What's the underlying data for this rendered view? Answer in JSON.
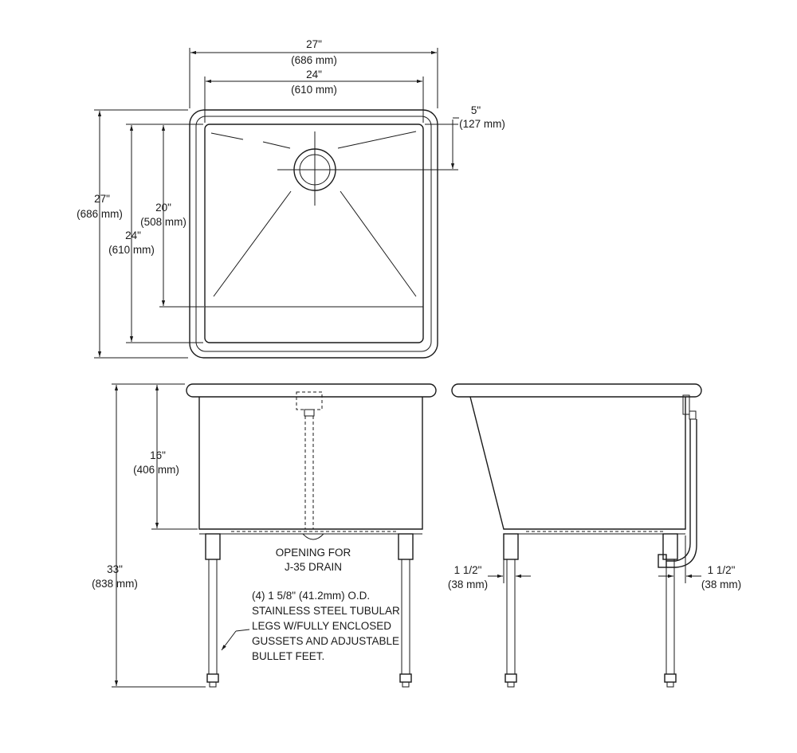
{
  "top_view": {
    "width_outer": {
      "in": "27\"",
      "mm": "(686 mm)"
    },
    "width_inner": {
      "in": "24\"",
      "mm": "(610 mm)"
    },
    "drain_offset": {
      "in": "5\"",
      "mm": "(127 mm)"
    },
    "depth_outer": {
      "in": "27\"",
      "mm": "(686 mm)"
    },
    "depth_inner": {
      "in": "24\"",
      "mm": "(610 mm)"
    },
    "bowl_length": {
      "in": "20\"",
      "mm": "(508 mm)"
    }
  },
  "front_view": {
    "overall_height": {
      "in": "33\"",
      "mm": "(838 mm)"
    },
    "bowl_depth": {
      "in": "16\"",
      "mm": "(406 mm)"
    },
    "drain_note": [
      "OPENING FOR",
      "J-35 DRAIN"
    ],
    "leg_note": [
      "(4) 1 5/8\" (41.2mm) O.D.",
      "STAINLESS STEEL TUBULAR",
      "LEGS W/FULLY ENCLOSED",
      "GUSSETS AND ADJUSTABLE",
      "BULLET FEET."
    ]
  },
  "side_view": {
    "left_setback": {
      "in": "1 1/2\"",
      "mm": "(38 mm)"
    },
    "right_setback": {
      "in": "1 1/2\"",
      "mm": "(38 mm)"
    }
  }
}
